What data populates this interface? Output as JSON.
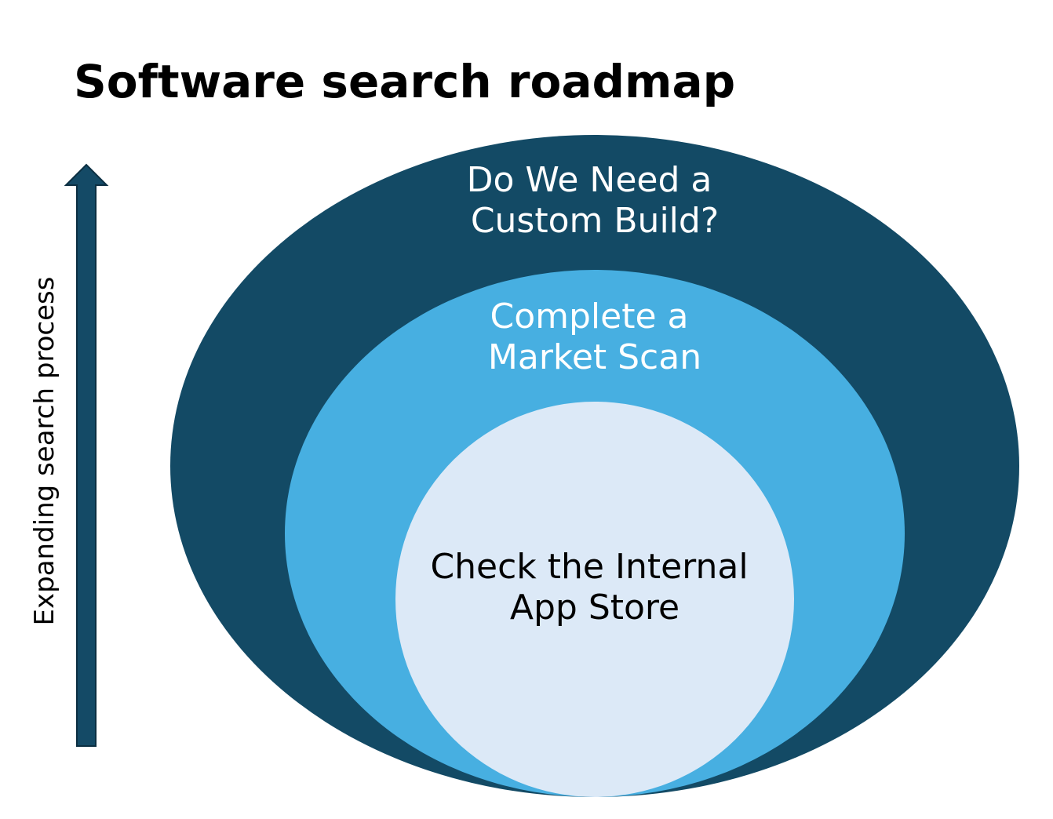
{
  "title": "Software search roadmap",
  "axis_label": "Expanding search process",
  "colors": {
    "outer": "#134a65",
    "middle": "#47afe1",
    "inner": "#dce9f7",
    "arrow": "#144a66",
    "outline": "#0c2f42"
  },
  "levels": [
    {
      "lines": [
        "Do We Need a",
        "Custom Build?"
      ],
      "color": "#ffffff"
    },
    {
      "lines": [
        "Complete a",
        "Market Scan"
      ],
      "color": "#ffffff"
    },
    {
      "lines": [
        "Check the Internal",
        "App Store"
      ],
      "color": "#000000"
    }
  ]
}
